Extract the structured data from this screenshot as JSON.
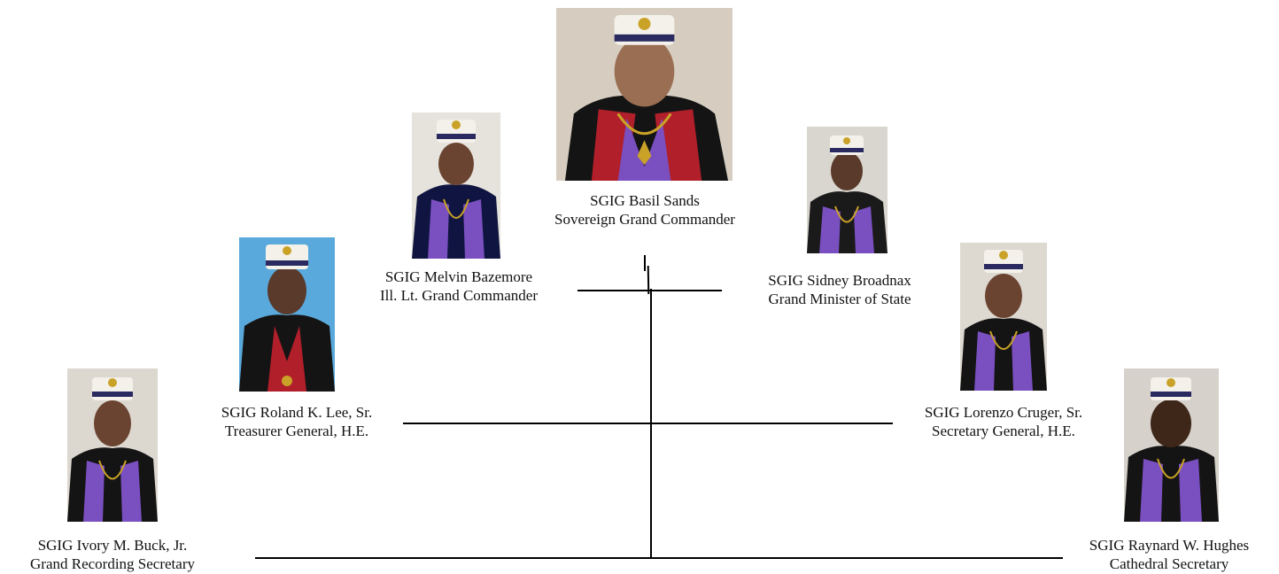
{
  "officers": {
    "basil": {
      "name": "SGIG Basil Sands",
      "title": "Sovereign Grand Commander"
    },
    "melvin": {
      "name": "SGIG Melvin Bazemore",
      "title": "Ill. Lt. Grand Commander"
    },
    "sidney": {
      "name": "SGIG Sidney Broadnax",
      "title": "Grand Minister of State"
    },
    "roland": {
      "name": "SGIG Roland K. Lee, Sr.",
      "title": "Treasurer General, H.E."
    },
    "lorenzo": {
      "name": "SGIG Lorenzo Cruger, Sr.",
      "title": "Secretary General, H.E."
    },
    "ivory": {
      "name": "SGIG Ivory M. Buck, Jr.",
      "title": "Grand Recording Secretary"
    },
    "raynard": {
      "name": "SGIG Raynard W. Hughes",
      "title": "Cathedral Secretary"
    }
  },
  "colors": {
    "line": "#000000",
    "purple_sash": "#7a4fc0",
    "red_sash": "#b01f2a",
    "robe": "#1a1a1a"
  }
}
